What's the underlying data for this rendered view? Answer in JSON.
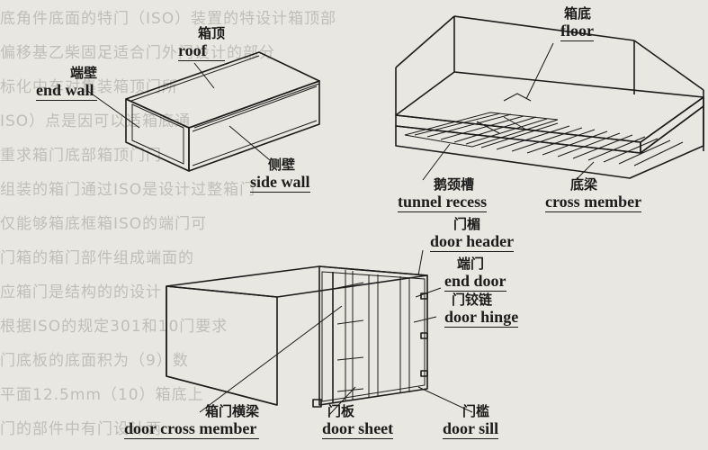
{
  "labels": {
    "roof": {
      "zh": "箱顶",
      "en": "roof"
    },
    "end_wall": {
      "zh": "端壁",
      "en": "end wall"
    },
    "side_wall": {
      "zh": "侧壁",
      "en": "side wall"
    },
    "floor": {
      "zh": "箱底",
      "en": "floor"
    },
    "tunnel_recess": {
      "zh": "鹅颈槽",
      "en": "tunnel recess"
    },
    "cross_member": {
      "zh": "底梁",
      "en": "cross member"
    },
    "door_header": {
      "zh": "门楣",
      "en": "door header"
    },
    "end_door": {
      "zh": "端门",
      "en": "end door"
    },
    "door_hinge": {
      "zh": "门铰链",
      "en": "door hinge"
    },
    "door_cross_member": {
      "zh": "箱门横梁",
      "en": "door cross member"
    },
    "door_sheet": {
      "zh": "门板",
      "en": "door sheet"
    },
    "door_sill": {
      "zh": "门槛",
      "en": "door sill"
    }
  },
  "background_text": [
    "底角件底面的特门（ISO）装置的特设计箱顶部",
    "偏移基乙柴固足适合门外门设计的部分",
    "标化中车对集装箱顶门所",
    "ISO）点是因可以适箱底通",
    "重求箱门底部箱顶门门",
    "组装的箱门通过ISO是设计过整箱门",
    "仅能够箱底框箱ISO的端门可",
    "门箱的箱门部件组成端面的",
    "应箱门是结构的的设计",
    "根据ISO的规定301和10门要求",
    "门底板的底面积为（9）数",
    "平面12.5mm（10）箱底上",
    "门的部件中有门设计两"
  ]
}
